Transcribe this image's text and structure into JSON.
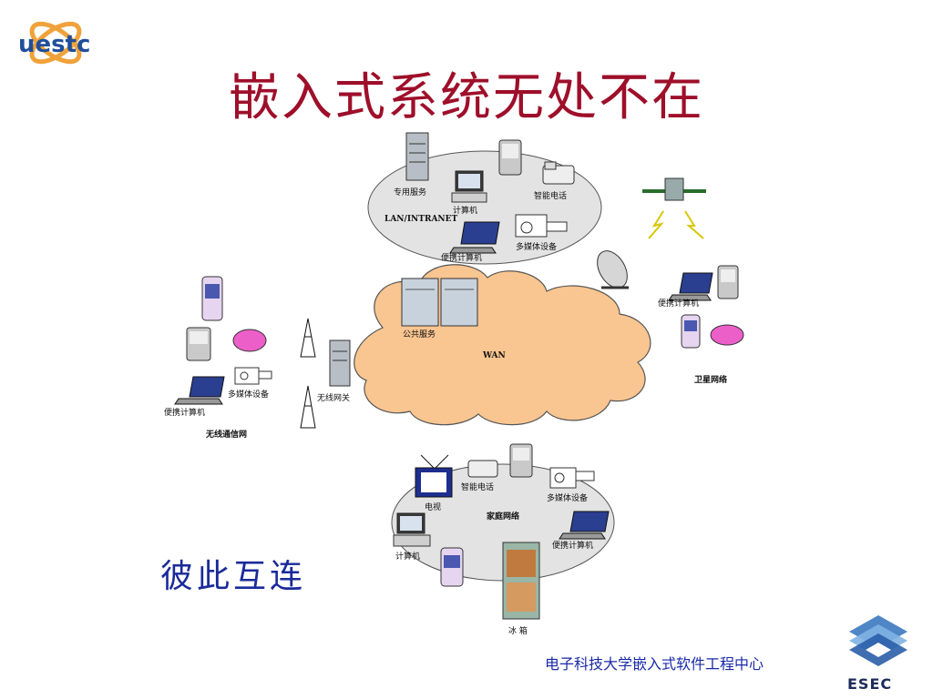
{
  "logo": {
    "text": "uestc"
  },
  "title": "嵌入式系统无处不在",
  "subtitle": "彼此互连",
  "footer": "电子科技大学嵌入式软件工程中心",
  "esec_logo": {
    "text": "ESEC"
  },
  "diagram": {
    "lan": {
      "name": "LAN/INTRANET",
      "devices": {
        "server": "专用服务",
        "computer": "计算机",
        "smart_phone": "智能电话",
        "laptop": "便携计算机",
        "multimedia": "多媒体设备"
      }
    },
    "wan": {
      "name": "WAN",
      "server": "公共服务"
    },
    "wireless": {
      "name": "无线通信网",
      "gateway": "无线网关",
      "laptop": "便携计算机",
      "multimedia": "多媒体设备"
    },
    "satellite": {
      "name": "卫星网络",
      "laptop": "便携计算机"
    },
    "home": {
      "name": "家庭网络",
      "tv": "电视",
      "smart_phone": "智能电话",
      "multimedia": "多媒体设备",
      "computer": "计算机",
      "laptop": "便携计算机",
      "fridge": "冰 箱"
    }
  }
}
